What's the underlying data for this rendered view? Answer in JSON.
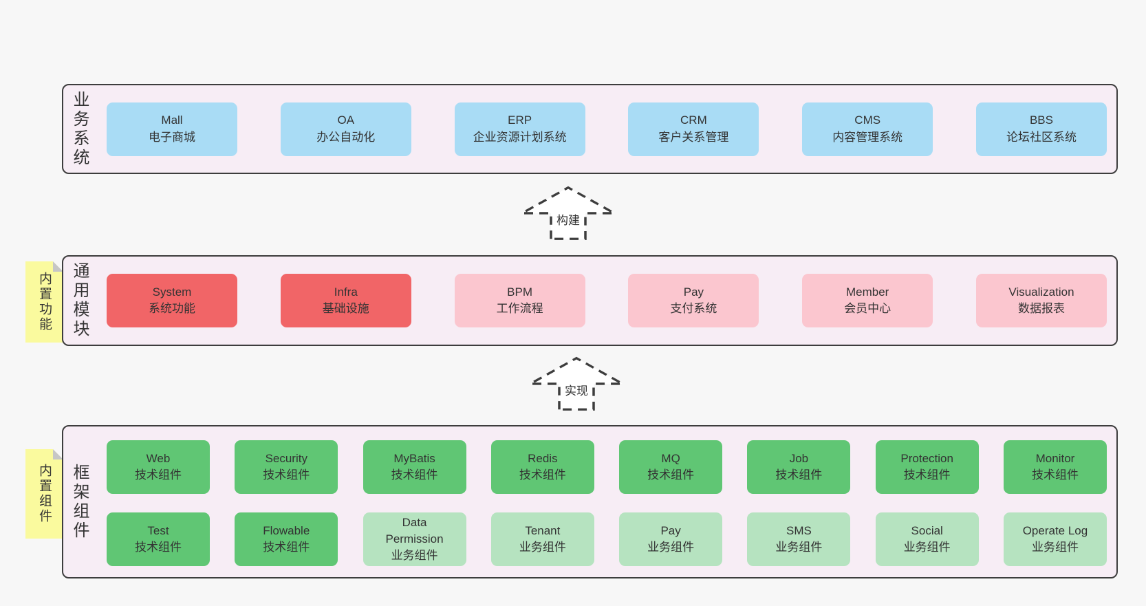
{
  "colors": {
    "pageBg": "#f7f7f7",
    "bandBg": "#f7edf5",
    "border": "#3d3d3d",
    "text": "#333333",
    "blue": "#a9dcf5",
    "red": "#f16567",
    "pink": "#fbc6cf",
    "green": "#60c674",
    "lightgreen": "#b6e3c0",
    "yellow": "#fafa9e",
    "fold": "#c6c6c6"
  },
  "notes": [
    {
      "label": "内置功能"
    },
    {
      "label": "内置组件"
    }
  ],
  "arrows": [
    {
      "label": "构建"
    },
    {
      "label": "实现"
    }
  ],
  "bands": {
    "business": {
      "label": "业务系统",
      "items": [
        {
          "name": "Mall",
          "desc": "电子商城",
          "variant": "blue"
        },
        {
          "name": "OA",
          "desc": "办公自动化",
          "variant": "blue"
        },
        {
          "name": "ERP",
          "desc": "企业资源计划系统",
          "variant": "blue"
        },
        {
          "name": "CRM",
          "desc": "客户关系管理",
          "variant": "blue"
        },
        {
          "name": "CMS",
          "desc": "内容管理系统",
          "variant": "blue"
        },
        {
          "name": "BBS",
          "desc": "论坛社区系统",
          "variant": "blue"
        }
      ]
    },
    "modules": {
      "label": "通用模块",
      "items": [
        {
          "name": "System",
          "desc": "系统功能",
          "variant": "red"
        },
        {
          "name": "Infra",
          "desc": "基础设施",
          "variant": "red"
        },
        {
          "name": "BPM",
          "desc": "工作流程",
          "variant": "pink"
        },
        {
          "name": "Pay",
          "desc": "支付系统",
          "variant": "pink"
        },
        {
          "name": "Member",
          "desc": "会员中心",
          "variant": "pink"
        },
        {
          "name": "Visualization",
          "desc": "数据报表",
          "variant": "pink"
        }
      ]
    },
    "components": {
      "label": "框架组件",
      "row1": [
        {
          "name": "Web",
          "desc": "技术组件",
          "variant": "green"
        },
        {
          "name": "Security",
          "desc": "技术组件",
          "variant": "green"
        },
        {
          "name": "MyBatis",
          "desc": "技术组件",
          "variant": "green"
        },
        {
          "name": "Redis",
          "desc": "技术组件",
          "variant": "green"
        },
        {
          "name": "MQ",
          "desc": "技术组件",
          "variant": "green"
        },
        {
          "name": "Job",
          "desc": "技术组件",
          "variant": "green"
        },
        {
          "name": "Protection",
          "desc": "技术组件",
          "variant": "green"
        },
        {
          "name": "Monitor",
          "desc": "技术组件",
          "variant": "green"
        }
      ],
      "row2": [
        {
          "name": "Test",
          "desc": "技术组件",
          "variant": "green"
        },
        {
          "name": "Flowable",
          "desc": "技术组件",
          "variant": "green"
        },
        {
          "name": "Data\nPermission",
          "desc": "业务组件",
          "variant": "lightgreen"
        },
        {
          "name": "Tenant",
          "desc": "业务组件",
          "variant": "lightgreen"
        },
        {
          "name": "Pay",
          "desc": "业务组件",
          "variant": "lightgreen"
        },
        {
          "name": "SMS",
          "desc": "业务组件",
          "variant": "lightgreen"
        },
        {
          "name": "Social",
          "desc": "业务组件",
          "variant": "lightgreen"
        },
        {
          "name": "Operate Log",
          "desc": "业务组件",
          "variant": "lightgreen"
        }
      ]
    }
  }
}
